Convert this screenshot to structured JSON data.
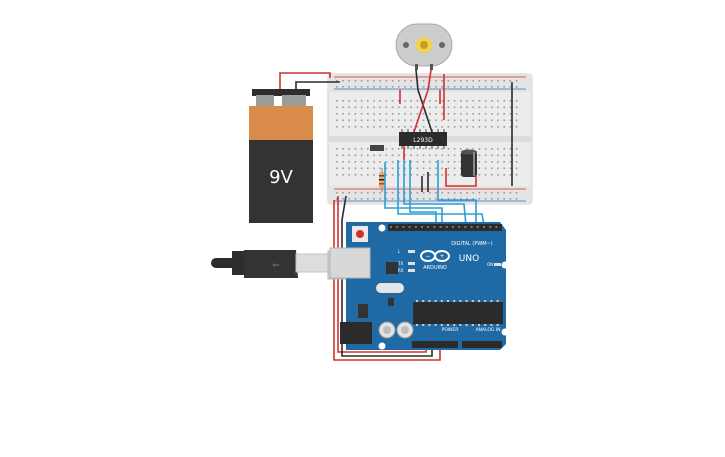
{
  "components": {
    "battery": {
      "label": "9V"
    },
    "ic": {
      "label": "L293D"
    },
    "arduino": {
      "model": "UNO",
      "brand": "ARDUINO",
      "digital_label": "DIGITAL (PWM~)",
      "power_label": "POWER",
      "analog_label": "ANALOG IN",
      "tx_label": "TX",
      "rx_label": "RX",
      "l_label": "L",
      "on_label": "ON"
    }
  },
  "colors": {
    "wire_red": "#d0312d",
    "wire_black": "#2b2b2b",
    "wire_blue": "#2b9fd6",
    "board_blue": "#1f6aa5",
    "battery_orange": "#d98c4a",
    "battery_body": "#333333",
    "breadboard": "#ececec"
  }
}
